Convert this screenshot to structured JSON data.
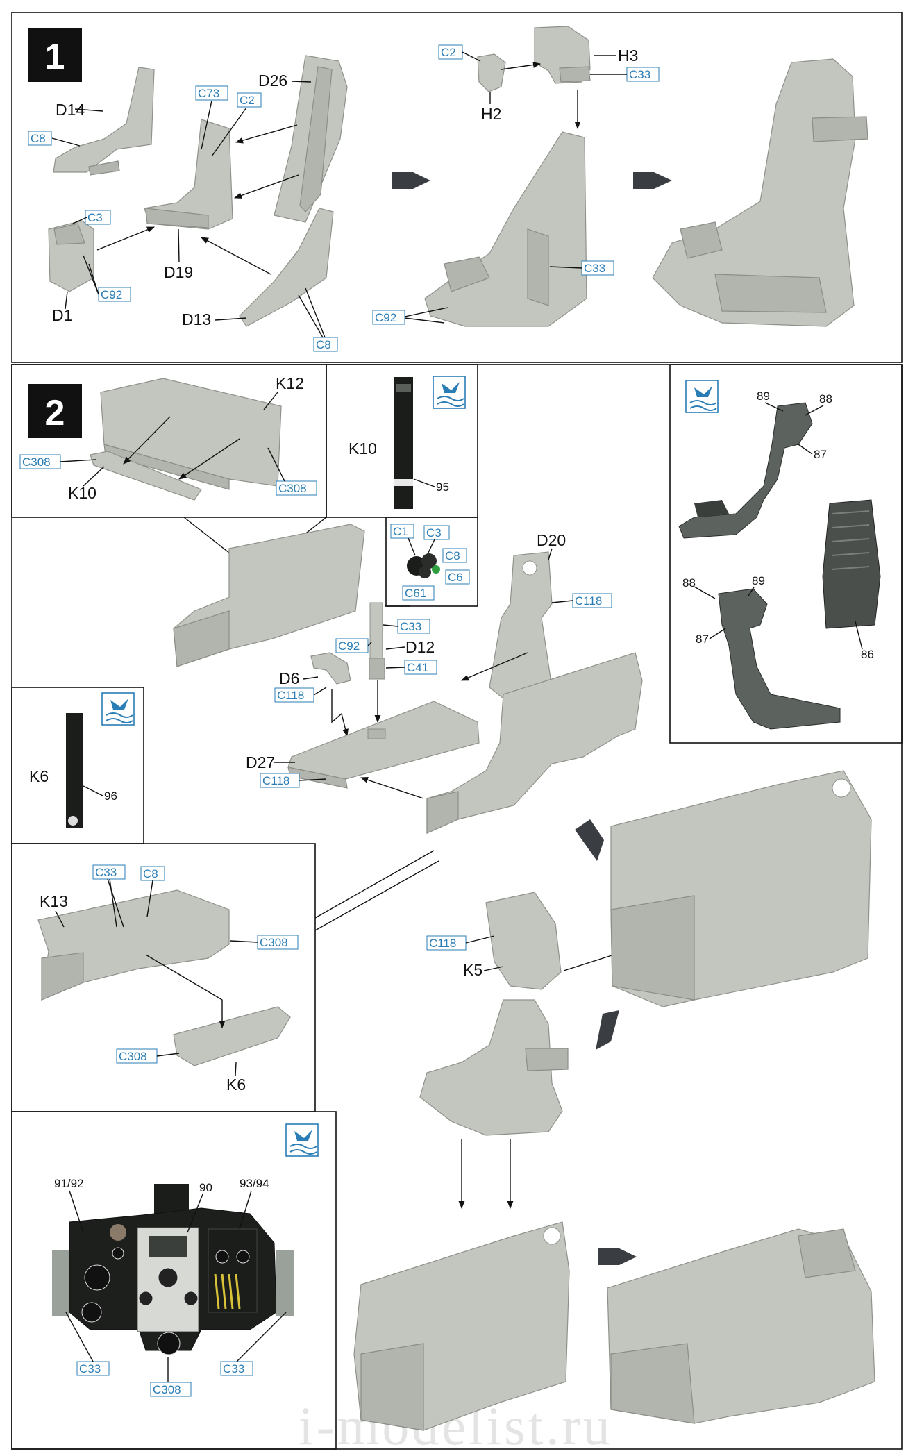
{
  "colors": {
    "part_gray": "#c3c6bf",
    "color_code_blue": "#2a7db5",
    "step_badge": "#111111",
    "arrow": "#3a3e43"
  },
  "steps": {
    "step1": "1",
    "step2": "2"
  },
  "icons": {
    "decal_logo": "decal-sheet-icon",
    "direction_arrow": "assembly-direction-arrow"
  },
  "step1_labels": {
    "d14": "D14",
    "d26": "D26",
    "d19": "D19",
    "d1": "D1",
    "d13": "D13",
    "h2": "H2",
    "h3": "H3",
    "c8a": "C8",
    "c73": "C73",
    "c2a": "C2",
    "c3": "C3",
    "c92a": "C92",
    "c8b": "C8",
    "c2b": "C2",
    "c33a": "C33",
    "c33b": "C33",
    "c92b": "C92"
  },
  "step2_labels": {
    "k12": "K12",
    "k10a": "K10",
    "c308a": "C308",
    "c308b": "C308",
    "k10b": "K10",
    "n95": "95",
    "c1": "C1",
    "c3": "C3",
    "c8": "C8",
    "c6": "C6",
    "c61": "C61",
    "d20": "D20",
    "c118a": "C118",
    "c33a": "C33",
    "c92": "C92",
    "d12": "D12",
    "c41": "C41",
    "d6": "D6",
    "c118b": "C118",
    "d27": "D27",
    "c118c": "C118",
    "k6a": "K6",
    "n96": "96",
    "n89a": "89",
    "n88a": "88",
    "n87a": "87",
    "n88b": "88",
    "n89b": "89",
    "n87b": "87",
    "n86": "86",
    "k13": "K13",
    "c33b": "C33",
    "c8b": "C8",
    "c308c": "C308",
    "c308d": "C308",
    "k6b": "K6",
    "c118d": "C118",
    "k5": "K5",
    "n9192": "91/92",
    "n90": "90",
    "n9394": "93/94",
    "c33c": "C33",
    "c33d": "C33",
    "c308e": "C308"
  },
  "watermark": "i-modelist.ru"
}
